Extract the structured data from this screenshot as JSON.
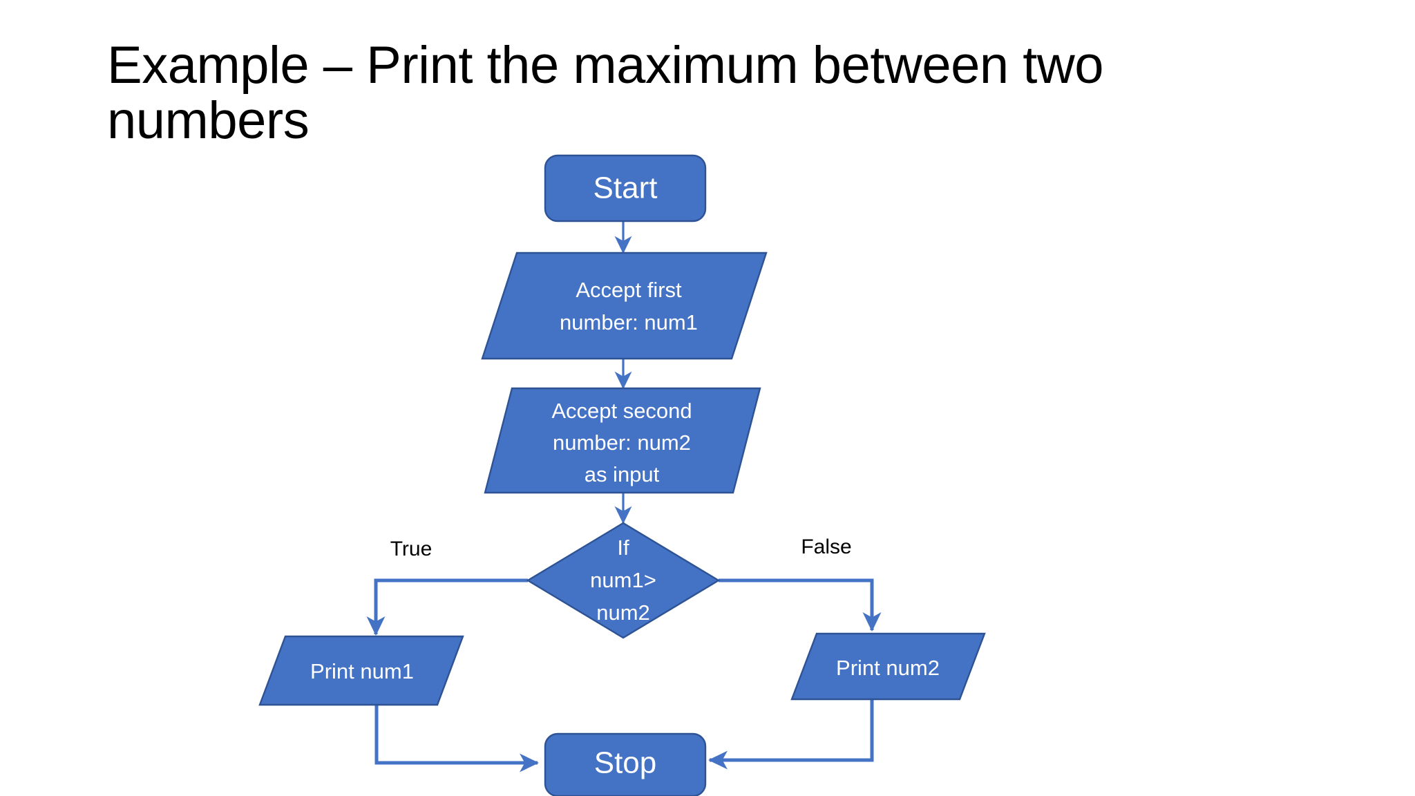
{
  "slide": {
    "title": "Example – Print the maximum between two numbers",
    "background_color": "#FFFFFF",
    "title_color": "#000000"
  },
  "theme": {
    "shape_fill": "#4472C4",
    "shape_stroke": "#2E5395",
    "shape_text_color": "#FFFFFF",
    "connector_color": "#4472C4",
    "label_color": "#000000"
  },
  "flowchart": {
    "type": "flowchart",
    "nodes": {
      "start": {
        "label": "Start",
        "shape": "terminator"
      },
      "input1": {
        "line1": "Accept first",
        "line2": "number: num1",
        "shape": "parallelogram"
      },
      "input2": {
        "line1": "Accept second",
        "line2": "number: num2",
        "line3": "as input",
        "shape": "parallelogram"
      },
      "decision": {
        "line1": "If",
        "line2": "num1>",
        "line3": "num2",
        "shape": "diamond"
      },
      "print1": {
        "label": "Print num1",
        "shape": "parallelogram"
      },
      "print2": {
        "label": "Print num2",
        "shape": "parallelogram"
      },
      "stop": {
        "label": "Stop",
        "shape": "terminator"
      }
    },
    "edge_labels": {
      "true_branch": "True",
      "false_branch": "False"
    }
  }
}
